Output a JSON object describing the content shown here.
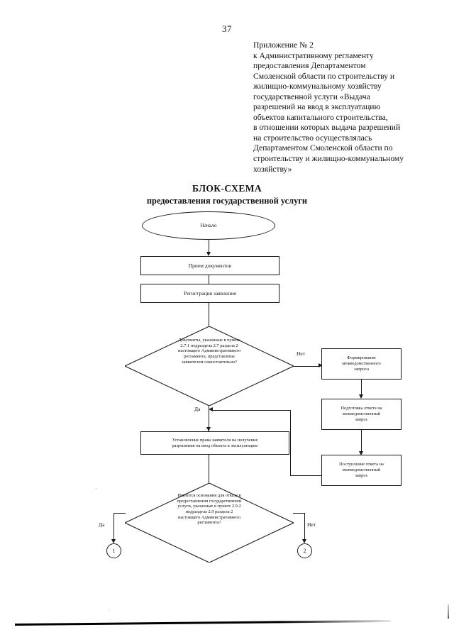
{
  "document": {
    "page_number": "37",
    "header_lines": [
      "Приложение № 2",
      "к Административному регламенту",
      "предоставления Департаментом",
      "Смоленской области по строительству и",
      "жилищно-коммунальному хозяйству",
      "государственной услуги «Выдача",
      "разрешений на ввод в эксплуатацию",
      "объектов капитального строительства,",
      "в отношении которых выдача разрешений",
      "на строительство осуществлялась",
      "Департаментом Смоленской области по",
      "строительству и жилищно-коммунальному",
      "хозяйству»"
    ],
    "title_main": "БЛОК-СХЕМА",
    "title_sub": "предоставления государственной услуги"
  },
  "flowchart": {
    "start": {
      "label": "Начало",
      "shape": "oval"
    },
    "step_intake": {
      "label": "Прием документов",
      "shape": "rect"
    },
    "step_registration": {
      "label": "Регистрация заявления",
      "shape": "rect"
    },
    "decision_documents": {
      "shape": "diamond",
      "lines": [
        "Документы, указанные в  пункте",
        "2.7.1 подраздела 2.7 раздела 2",
        "настоящего Административного",
        "регламента, представлены",
        "заявителем самостоятельно?"
      ],
      "branch_yes": "Да",
      "branch_no": "Нет"
    },
    "step_interdept_request": {
      "shape": "rect",
      "lines": [
        "Формирование",
        "межведомственного",
        "запроса"
      ]
    },
    "step_interdept_answer_prep": {
      "shape": "rect",
      "lines": [
        "Подготовка ответа на",
        "межведомственный",
        "запрос"
      ]
    },
    "step_interdept_answer_received": {
      "shape": "rect",
      "lines": [
        "Поступление ответа на",
        "межведомственный",
        "запрос"
      ]
    },
    "step_establish_rights": {
      "shape": "rect",
      "lines": [
        "Установление права заявителя на получение",
        "разрешения на ввод объекта в эксплуатацию"
      ]
    },
    "decision_refusal": {
      "shape": "diamond",
      "lines": [
        "Имеются основания для отказа в",
        "предоставлении государственной",
        "услуги, указанные в пункте 2.9.2",
        "подраздела 2.9 раздела 2",
        "настоящего Административного",
        "регламента?"
      ],
      "branch_yes": "Да",
      "branch_no": "Нет"
    },
    "connector_one": {
      "label": "1",
      "shape": "circle"
    },
    "connector_two": {
      "label": "2",
      "shape": "circle"
    }
  },
  "colors": {
    "ink": "#1a1a1a",
    "paper": "#ffffff"
  }
}
